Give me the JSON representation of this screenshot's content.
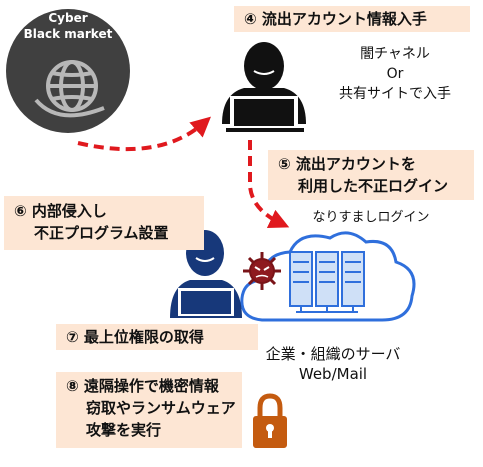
{
  "market": {
    "line1": "Cyber",
    "line2": "Black market"
  },
  "step4": {
    "title": "④ 流出アカウント情報入手"
  },
  "acquire": {
    "line1": "闇チャネル",
    "line2": "Or",
    "line3": "共有サイトで入手"
  },
  "step5": {
    "line1": "⑤ 流出アカウントを",
    "line2": "利用した不正ログイン"
  },
  "spoof_label": "なりすましログイン",
  "step6": {
    "line1": "⑥ 内部侵入し",
    "line2": "不正プログラム設置"
  },
  "step7": {
    "title": "⑦ 最上位権限の取得"
  },
  "server": {
    "line1": "企業・組織のサーバ",
    "line2": "Web/Mail"
  },
  "step8": {
    "line1": "⑧ 遠隔操作で機密情報",
    "line2": "窃取やランサムウェア",
    "line3": "攻撃を実行"
  },
  "colors": {
    "box_fill": "#fde6d4",
    "arrow": "#e0191e",
    "cloud_stroke": "#2f6fdc",
    "server_fill": "#cfe0f7",
    "attacker_dark": "#111111",
    "attacker_blue": "#17387a",
    "lock": "#c45b10",
    "market_bg": "#404040"
  }
}
